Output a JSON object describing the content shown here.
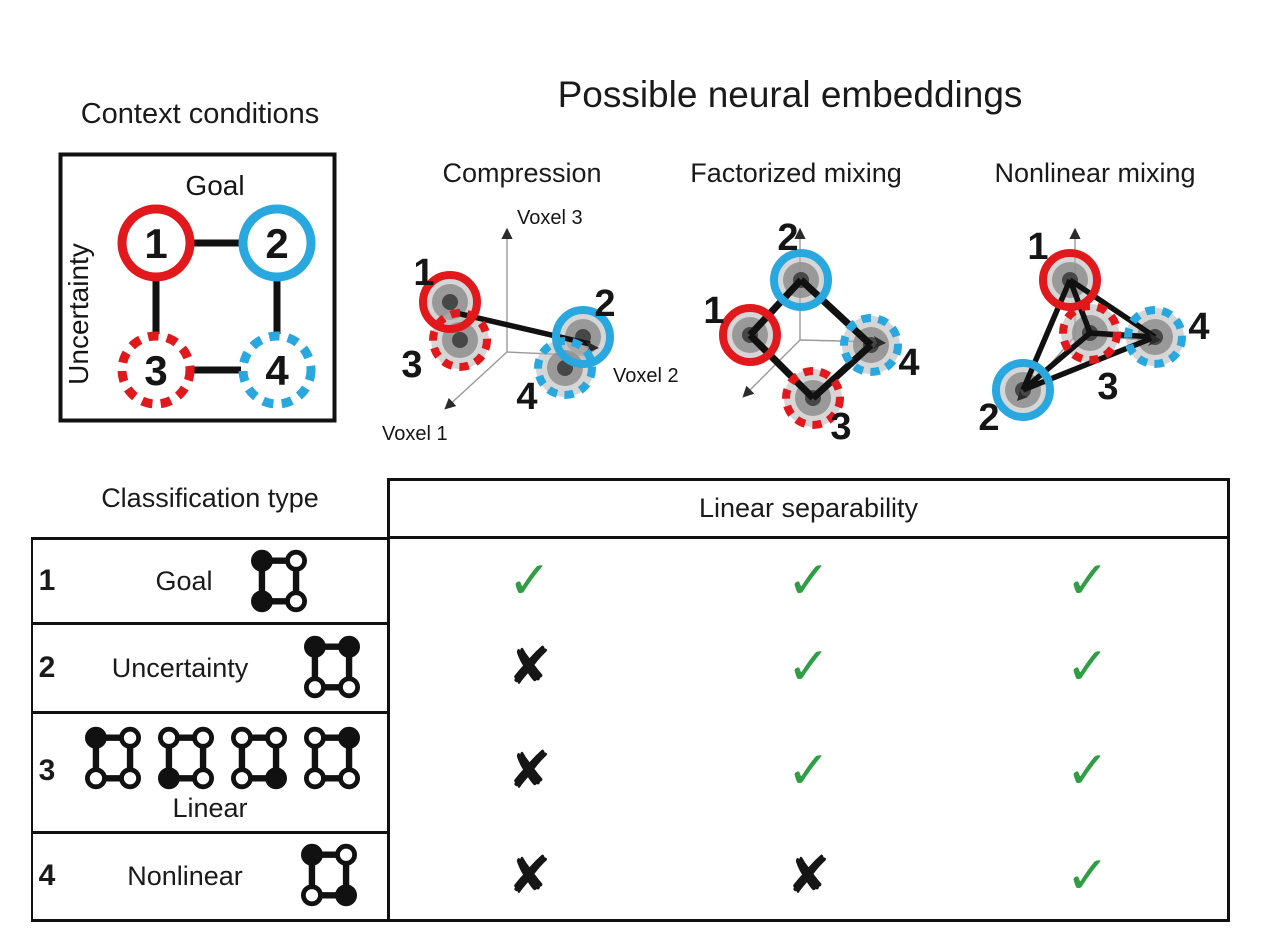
{
  "colors": {
    "red": "#e2191c",
    "blue": "#29a8e0",
    "green": "#2f9e44"
  },
  "context": {
    "title": "Context conditions",
    "goal_label": "Goal",
    "uncertainty_label": "Uncertainty",
    "conditions": [
      {
        "id": "1",
        "color": "red",
        "ring": "solid"
      },
      {
        "id": "2",
        "color": "blue",
        "ring": "solid"
      },
      {
        "id": "3",
        "color": "red",
        "ring": "dashed"
      },
      {
        "id": "4",
        "color": "blue",
        "ring": "dashed"
      }
    ]
  },
  "embeddings": {
    "title": "Possible neural embeddings",
    "panels": [
      {
        "label": "Compression",
        "axes": {
          "x": "Voxel 1",
          "y": "Voxel 2",
          "z": "Voxel 3"
        },
        "points": [
          {
            "id": "1"
          },
          {
            "id": "2"
          },
          {
            "id": "3"
          },
          {
            "id": "4"
          }
        ]
      },
      {
        "label": "Factorized mixing",
        "points": [
          {
            "id": "1"
          },
          {
            "id": "2"
          },
          {
            "id": "3"
          },
          {
            "id": "4"
          }
        ]
      },
      {
        "label": "Nonlinear mixing",
        "points": [
          {
            "id": "1"
          },
          {
            "id": "2"
          },
          {
            "id": "3"
          },
          {
            "id": "4"
          }
        ]
      }
    ]
  },
  "table": {
    "left_header": "Classification type",
    "right_header": "Linear separability",
    "rows": [
      {
        "num": "1",
        "label": "Goal",
        "icons": [
          [
            "tl",
            "bl"
          ]
        ],
        "marks": [
          {
            "glyph": "✓",
            "value": "yes"
          },
          {
            "glyph": "✓",
            "value": "yes"
          },
          {
            "glyph": "✓",
            "value": "yes"
          }
        ]
      },
      {
        "num": "2",
        "label": "Uncertainty",
        "icons": [
          [
            "tl",
            "tr"
          ]
        ],
        "marks": [
          {
            "glyph": "✘",
            "value": "no"
          },
          {
            "glyph": "✓",
            "value": "yes"
          },
          {
            "glyph": "✓",
            "value": "yes"
          }
        ]
      },
      {
        "num": "3",
        "label": "Linear",
        "icons": [
          [
            "tl"
          ],
          [
            "bl"
          ],
          [
            "br"
          ],
          [
            "tr"
          ]
        ],
        "marks": [
          {
            "glyph": "✘",
            "value": "no"
          },
          {
            "glyph": "✓",
            "value": "yes"
          },
          {
            "glyph": "✓",
            "value": "yes"
          }
        ]
      },
      {
        "num": "4",
        "label": "Nonlinear",
        "icons": [
          [
            "tl",
            "br"
          ]
        ],
        "marks": [
          {
            "glyph": "✘",
            "value": "no"
          },
          {
            "glyph": "✘",
            "value": "no"
          },
          {
            "glyph": "✓",
            "value": "yes"
          }
        ]
      }
    ]
  }
}
